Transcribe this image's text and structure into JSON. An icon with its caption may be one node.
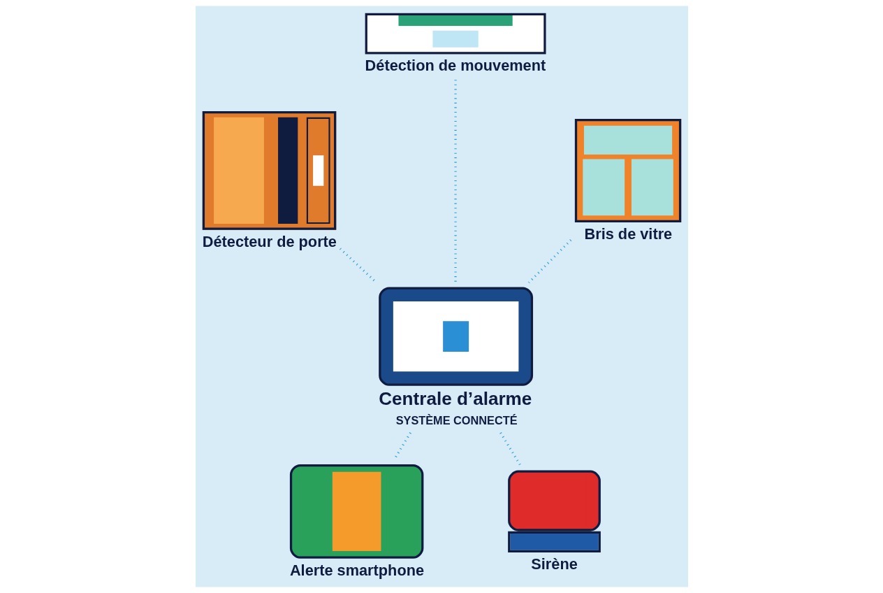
{
  "diagram": {
    "nodes": [
      {
        "text": [
          "Détection de mouvement"
        ]
      },
      {
        "text": [
          "Détecteur de porte"
        ]
      },
      {
        "text": [
          "Bris de vitre"
        ]
      },
      {
        "text": [
          "Centrale d’alarme",
          "SYSTÈME CONNECTÉ"
        ]
      },
      {
        "text": [
          "Alerte smartphone"
        ]
      },
      {
        "text": [
          "Sirène"
        ]
      }
    ],
    "edges": [
      {
        "from": 0,
        "to": 3,
        "arrow": "none"
      },
      {
        "from": 1,
        "to": 3,
        "arrow": "none"
      },
      {
        "from": 2,
        "to": 3,
        "arrow": "none"
      },
      {
        "from": 3,
        "to": 4,
        "arrow": "none"
      },
      {
        "from": 3,
        "to": 5,
        "arrow": "none"
      }
    ]
  }
}
